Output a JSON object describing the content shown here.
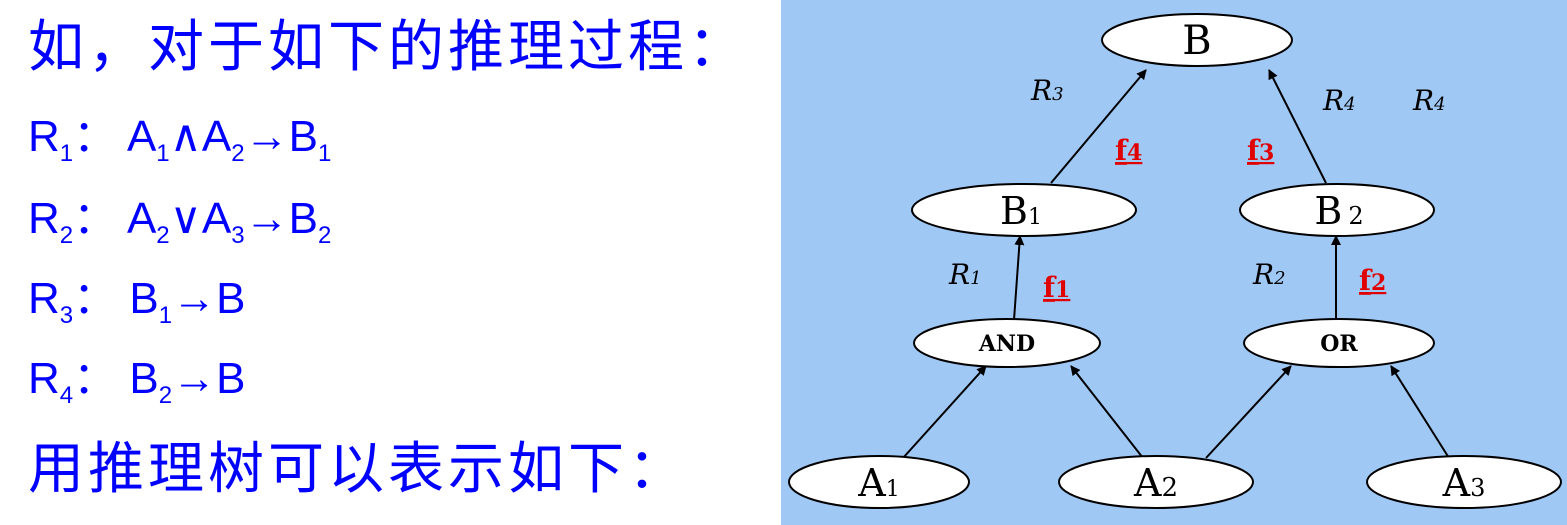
{
  "intro": "如，对于如下的推理过程：",
  "rules": [
    {
      "name": "R",
      "sub": "1",
      "sep": "：",
      "parts": [
        [
          "A",
          "1"
        ],
        [
          "∧",
          ""
        ],
        [
          "A",
          "2"
        ],
        [
          "→",
          ""
        ],
        [
          "B",
          "1"
        ]
      ]
    },
    {
      "name": "R",
      "sub": "2",
      "sep": "：",
      "parts": [
        [
          "A",
          "2"
        ],
        [
          "∨",
          ""
        ],
        [
          "A",
          "3"
        ],
        [
          "→",
          ""
        ],
        [
          "B",
          "2"
        ]
      ]
    },
    {
      "name": "R",
      "sub": "3",
      "sep": "：",
      "parts": [
        [
          "B",
          "1"
        ],
        [
          "→",
          ""
        ],
        [
          "B",
          ""
        ]
      ]
    },
    {
      "name": "R",
      "sub": "4",
      "sep": "：",
      "parts": [
        [
          "B",
          "2"
        ],
        [
          "→",
          ""
        ],
        [
          "B",
          ""
        ]
      ]
    }
  ],
  "outro": "用推理树可以表示如下：",
  "tree": {
    "nodes": {
      "B": "B",
      "B1": {
        "main": "B",
        "sub": "1"
      },
      "B2": {
        "main": "B",
        "sub": "2"
      },
      "AND": "AND",
      "OR": "OR",
      "A1": {
        "main": "A",
        "sub": "1"
      },
      "A2": {
        "main": "A",
        "sub": "2"
      },
      "A3": {
        "main": "A",
        "sub": "3"
      }
    },
    "rule_labels": {
      "R3": {
        "main": "R",
        "sub": "3"
      },
      "R4a": {
        "main": "R",
        "sub": "4"
      },
      "R4b": {
        "main": "R",
        "sub": "4"
      },
      "R1": {
        "main": "R",
        "sub": "1"
      },
      "R2": {
        "main": "R",
        "sub": "2"
      }
    },
    "fact_labels": {
      "f4": {
        "main": "f",
        "sub": "4"
      },
      "f3": {
        "main": "f",
        "sub": "3"
      },
      "f1": {
        "main": "f",
        "sub": "1"
      },
      "f2": {
        "main": "f",
        "sub": "2"
      }
    },
    "colors": {
      "panel": "#a0c8f5",
      "fact_link": "#e00000",
      "text_blue": "#0000ff"
    }
  }
}
